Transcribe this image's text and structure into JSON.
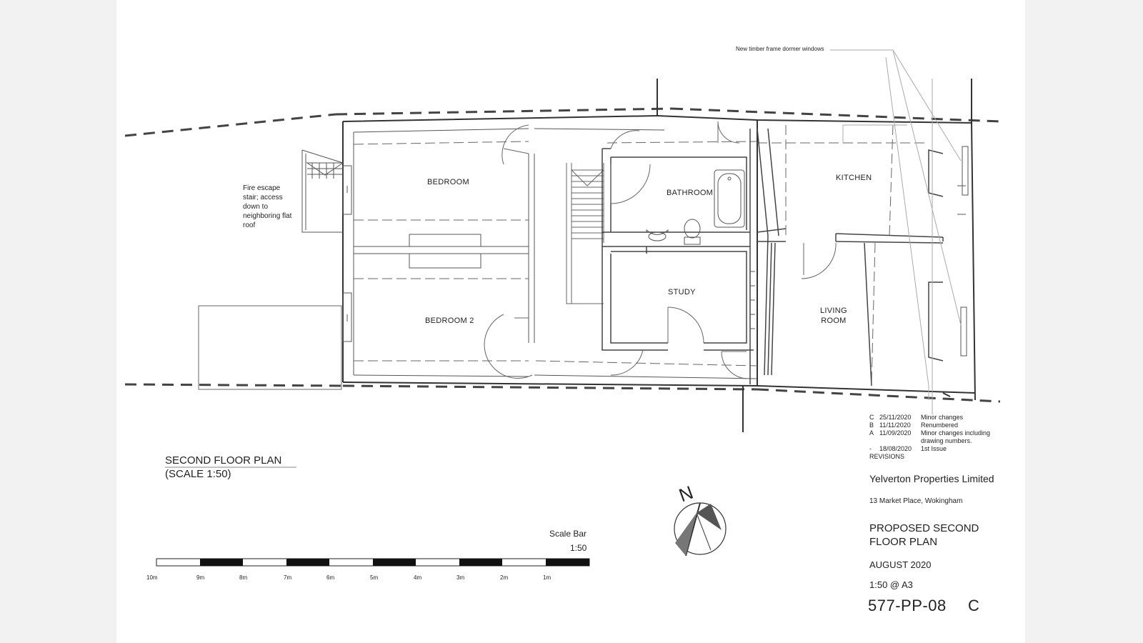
{
  "annotation": {
    "dormer_note": "New timber frame dormer windows"
  },
  "notes": {
    "fire_escape": "Fire escape\nstair; access\ndown to\nneighboring flat\nroof"
  },
  "rooms": {
    "bedroom": "BEDROOM",
    "bedroom2": "BEDROOM 2",
    "bathroom": "BATHROOM",
    "study": "STUDY",
    "kitchen": "KITCHEN",
    "living_room_line1": "LIVING",
    "living_room_line2": "ROOM"
  },
  "plan_title": {
    "line1": "SECOND FLOOR PLAN",
    "line2": "(SCALE 1:50)"
  },
  "scale_bar": {
    "title": "Scale Bar",
    "scale": "1:50",
    "ticks": [
      "10m",
      "9m",
      "8m",
      "7m",
      "6m",
      "5m",
      "4m",
      "3m",
      "2m",
      "1m"
    ]
  },
  "north": {
    "label": "N"
  },
  "revisions": {
    "rows": [
      {
        "code": "C",
        "date": "25/11/2020",
        "desc": "Minor changes"
      },
      {
        "code": "B",
        "date": "11/11/2020",
        "desc": "Renumbered"
      },
      {
        "code": "A",
        "date": "11/09/2020",
        "desc": "Minor changes including\ndrawing numbers."
      },
      {
        "code": "-",
        "date": "18/08/2020",
        "desc": "1st Issue"
      }
    ],
    "heading": "REVISIONS"
  },
  "title_block": {
    "company": "Yelverton Properties Limited",
    "address": "13 Market Place, Wokingham",
    "drawing_title": "PROPOSED SECOND\nFLOOR PLAN",
    "date": "AUGUST 2020",
    "scale": "1:50  @ A3",
    "drawing_number": "577-PP-08",
    "revision": "C"
  },
  "colors": {
    "line": "#555555",
    "heavy": "#333333",
    "light": "#9a9a9a",
    "paper": "#ffffff",
    "surround": "#f2f2f2"
  }
}
